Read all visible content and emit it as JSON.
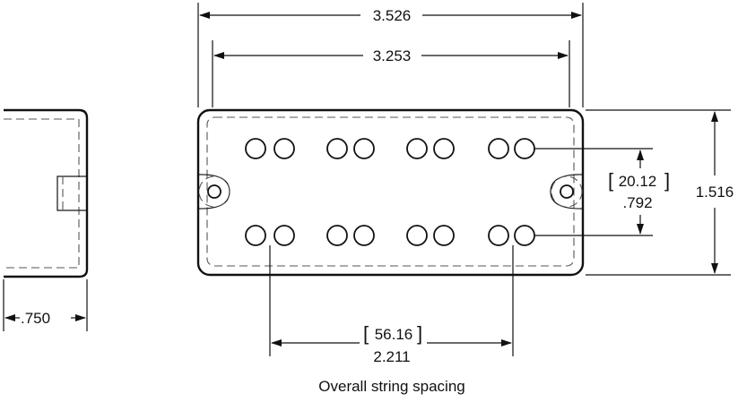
{
  "dimensions": {
    "overall_length": "3.526",
    "inner_length": "3.253",
    "height": "1.516",
    "mount_spacing_mm": "20.12",
    "mount_spacing_in": ".792",
    "string_spacing_mm": "56.16",
    "string_spacing_in": "2.211",
    "side_depth": ".750"
  },
  "caption": "Overall string spacing",
  "bracket_open": "[",
  "bracket_close": "]"
}
